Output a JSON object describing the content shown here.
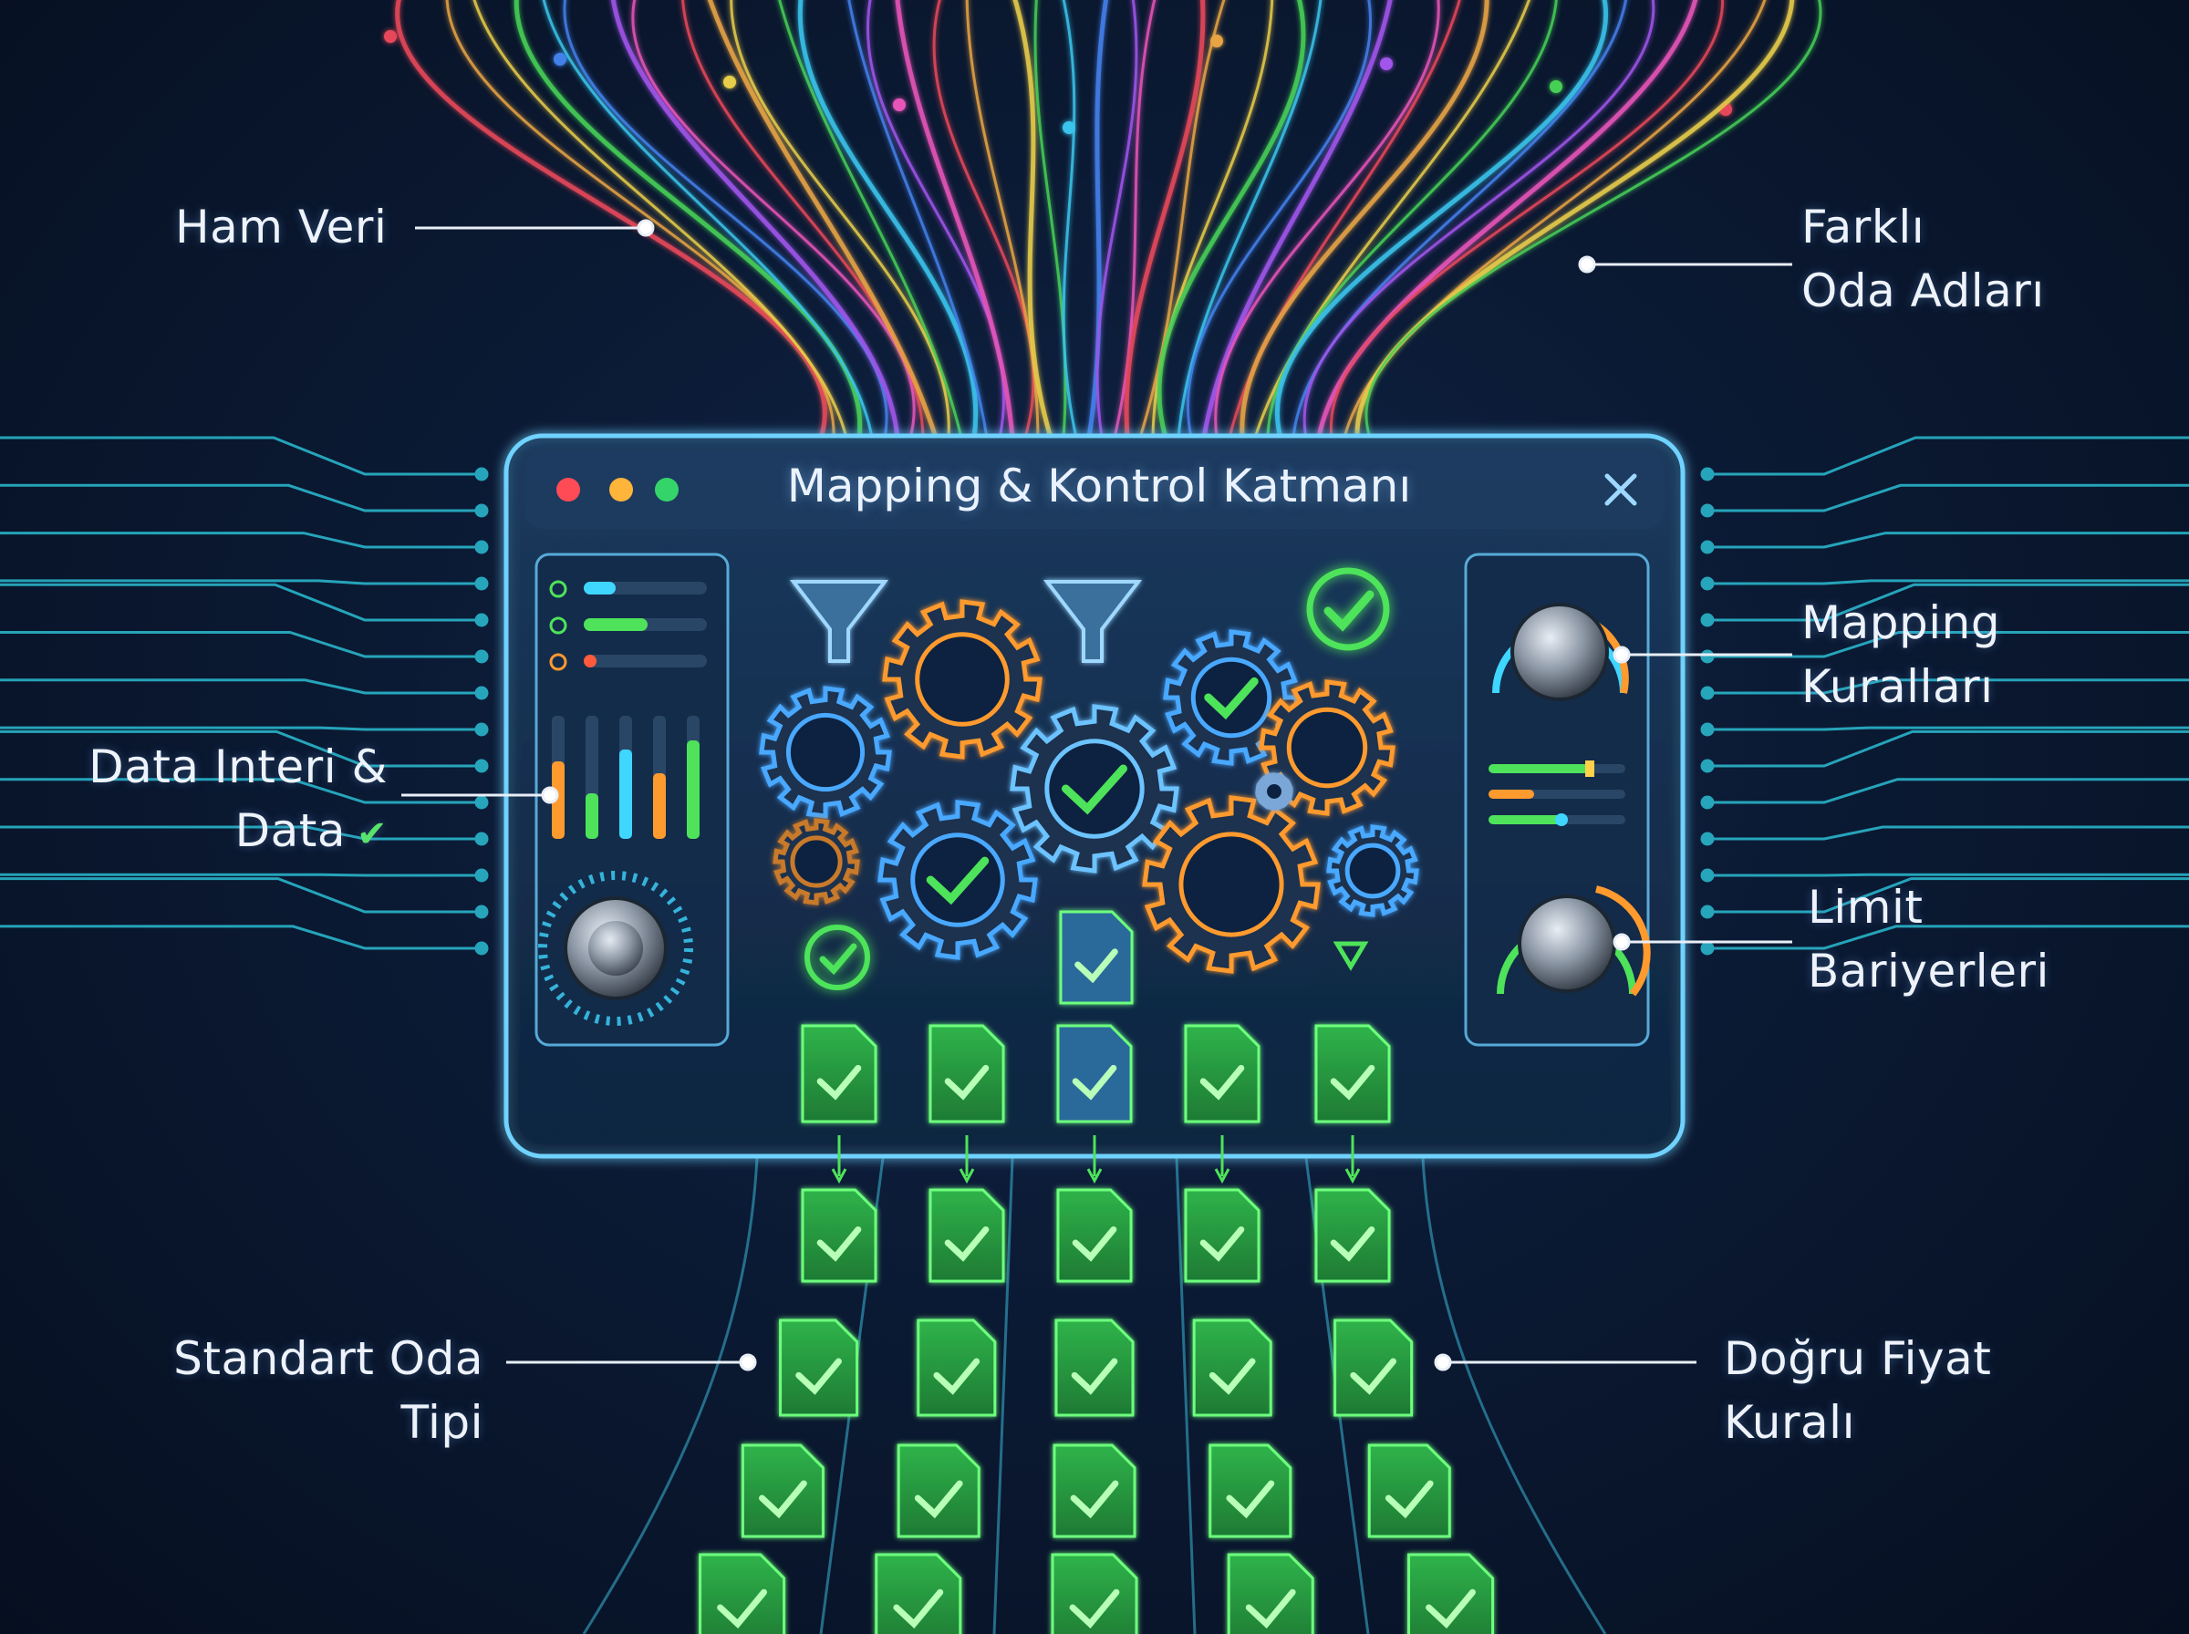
{
  "window": {
    "title": "Mapping & Kontrol Katmanı",
    "traffic_lights": [
      "#ff4b55",
      "#ffb43a",
      "#35d46a"
    ],
    "close_icon": "close-icon"
  },
  "labels": {
    "ham_veri": "Ham Veri",
    "farkli_line1": "Farklı",
    "farkli_line2": "Oda Adları",
    "data_line1": "Data Interi &",
    "data_line2": "Data",
    "mapping_line1": "Mapping",
    "mapping_line2": "Kuralları",
    "limit_line1": "Limit",
    "limit_line2": "Bariyerleri",
    "standart_line1": "Standart Oda",
    "standart_line2": "Tipi",
    "dogru_line1": "Doğru Fiyat",
    "dogru_line2": "Kuralı"
  },
  "colors": {
    "accent_cyan": "#3fd6ff",
    "accent_green": "#4ee35a",
    "accent_orange": "#ff9a2e",
    "gear_blue": "#4aa8ff",
    "stream_colors": [
      "#ff4d5e",
      "#ffb347",
      "#ffe14d",
      "#4ee35a",
      "#3fd6ff",
      "#4a8cff",
      "#b25cff",
      "#ff5cc8"
    ]
  },
  "icons": [
    "funnel-icon",
    "gear-icon",
    "check-icon",
    "document-check-icon",
    "knob-icon",
    "close-icon"
  ]
}
